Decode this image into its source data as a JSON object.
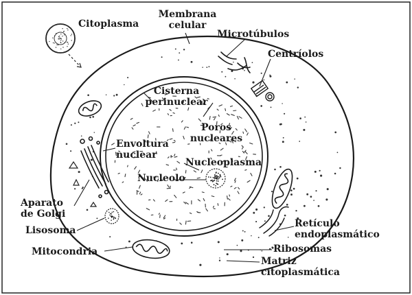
{
  "labels": {
    "citoplasma": "Citoplasma",
    "membrana_celular": [
      "Membrana",
      "celular"
    ],
    "microtubulos": "Microtúbulos",
    "centriolos": "Centríolos",
    "cisterna_perinuclear": [
      "Cisterna",
      "perinuclear"
    ],
    "poros_nucleares": [
      "Poros",
      "nucleares"
    ],
    "envoltura_nuclear": [
      "Envoltura",
      "nuclear"
    ],
    "nucleoplasma": "Nucleoplasma",
    "nucleolo": "Nucleolo",
    "aparato_de_golgi": [
      "Aparato",
      "de Golgi"
    ],
    "lisosoma": "Lisosoma",
    "mitocondria": "Mitocondria",
    "reticulo_endoplasmatico": [
      "Retículo",
      "endoplasmático"
    ],
    "ribosomas": "Ribosomas",
    "matriz_citoplasmatica": [
      "Matriz",
      "citoplasmática"
    ]
  }
}
